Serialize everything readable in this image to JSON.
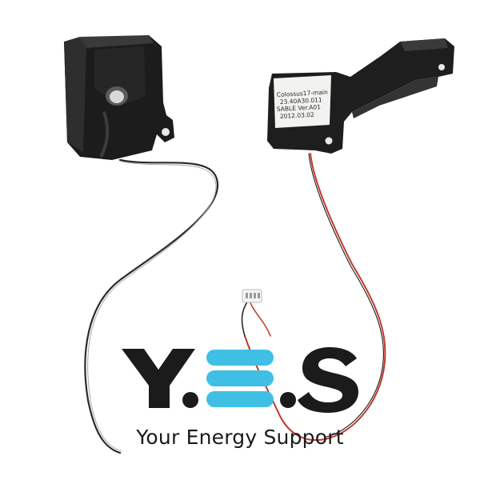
{
  "speaker_label": {
    "line1": "Colossus17-main",
    "line2": "23.40A30.011",
    "line3": "SABLE Ver.A01",
    "line4": "2012.03.02"
  },
  "brand": {
    "logo_text": "Y.E.S",
    "tagline": "Your Energy Support",
    "accent_color": "#3fbfe4",
    "dark_color": "#1b1b1b"
  }
}
